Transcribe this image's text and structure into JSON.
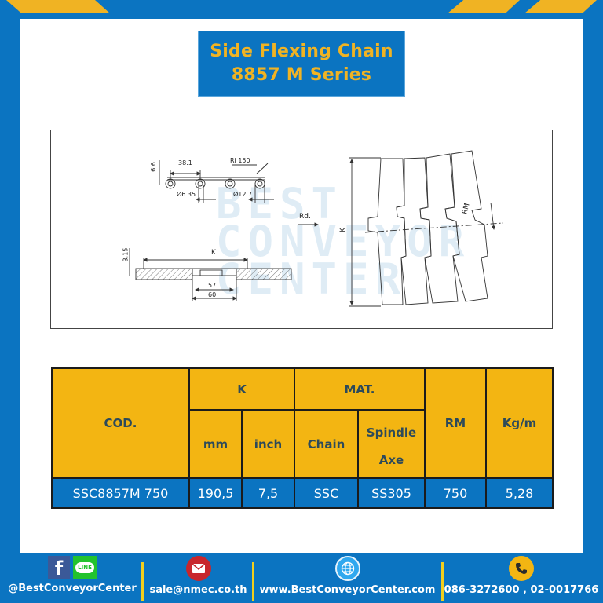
{
  "header": {
    "title_line1": "Side Flexing Chain",
    "title_line2": "8857 M Series"
  },
  "colors": {
    "brand_blue": "#0b74c1",
    "brand_yellow": "#f0b323",
    "table_header_bg": "#f3b512",
    "table_header_text": "#2d4a5a"
  },
  "drawing": {
    "watermark_lines": [
      "BEST",
      "CONVEYOR",
      "CENTER"
    ],
    "top_view": {
      "dim_height": "6.6",
      "dim_pitch": "38.1",
      "dim_radius": "Ri 150",
      "dim_pin_dia": "Ø6.35",
      "dim_barrel_dia": "Ø12.7"
    },
    "section_view": {
      "dim_thickness": "3.15",
      "dim_width": "K",
      "dim_inner": "57",
      "dim_outer": "60"
    },
    "plan_view": {
      "direction_label": "Rd.",
      "width_label": "K",
      "radius_label": "RM"
    }
  },
  "table": {
    "headers": {
      "cod": "COD.",
      "k": "K",
      "mm": "mm",
      "inch": "inch",
      "mat": "MAT.",
      "chain": "Chain",
      "spindle_line1": "Spindle",
      "spindle_line2": "Axe",
      "rm": "RM",
      "kgm": "Kg/m"
    },
    "rows": [
      {
        "cod": "SSC8857M 750",
        "mm": "190,5",
        "inch": "7,5",
        "chain": "SSC",
        "spindle": "SS305",
        "rm": "750",
        "kgm": "5,28"
      }
    ]
  },
  "footer": {
    "social": "@BestConveyorCenter",
    "social_icons": [
      "facebook-icon",
      "line-icon"
    ],
    "line_label": "LINE",
    "email": "sale@nmec.co.th",
    "website": "www.BestConveyorCenter.com",
    "phone": "086-3272600 , 02-0017766"
  }
}
